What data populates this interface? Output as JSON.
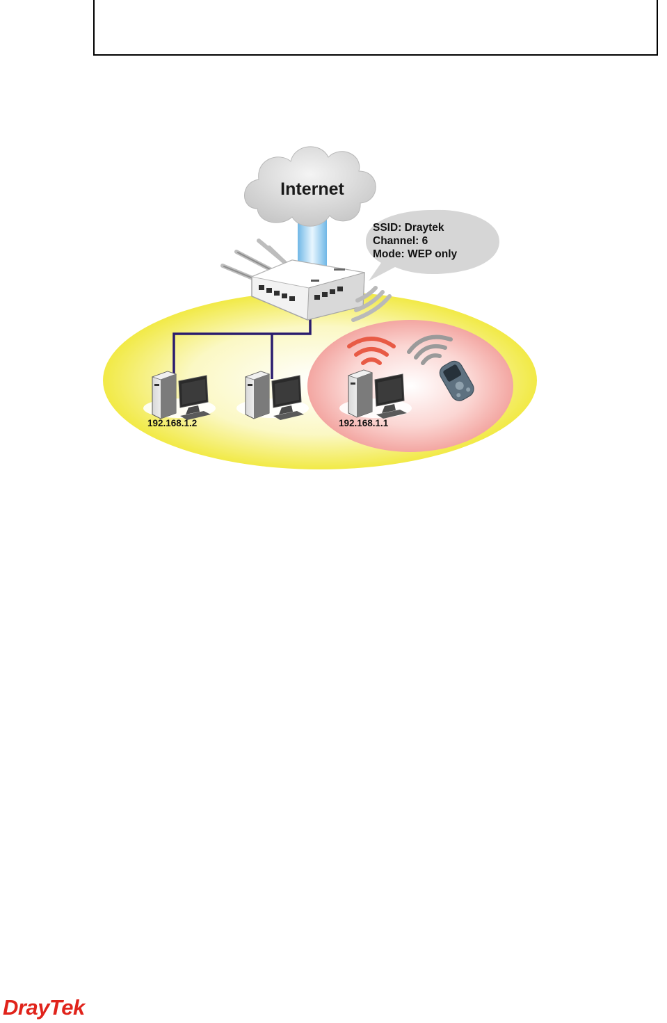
{
  "diagram": {
    "cloud_label": "Internet",
    "bubble_lines": [
      {
        "label": "SSID: ",
        "value": "Draytek"
      },
      {
        "label": "Channel: ",
        "value": "6"
      },
      {
        "label": "Mode: ",
        "value": "WEP only"
      }
    ],
    "pc_labels": [
      "192.168.1.2",
      "192.168.1.1"
    ]
  },
  "footer": {
    "logo_text": "DrayTek"
  },
  "colors": {
    "lan_zone": "#f5f08a",
    "wireless_zone": "#f4a7a4",
    "cable": "#2a1c6e",
    "signal_active": "#e85a45",
    "signal_idle": "#9a9a9a",
    "brand": "#e0231b"
  }
}
